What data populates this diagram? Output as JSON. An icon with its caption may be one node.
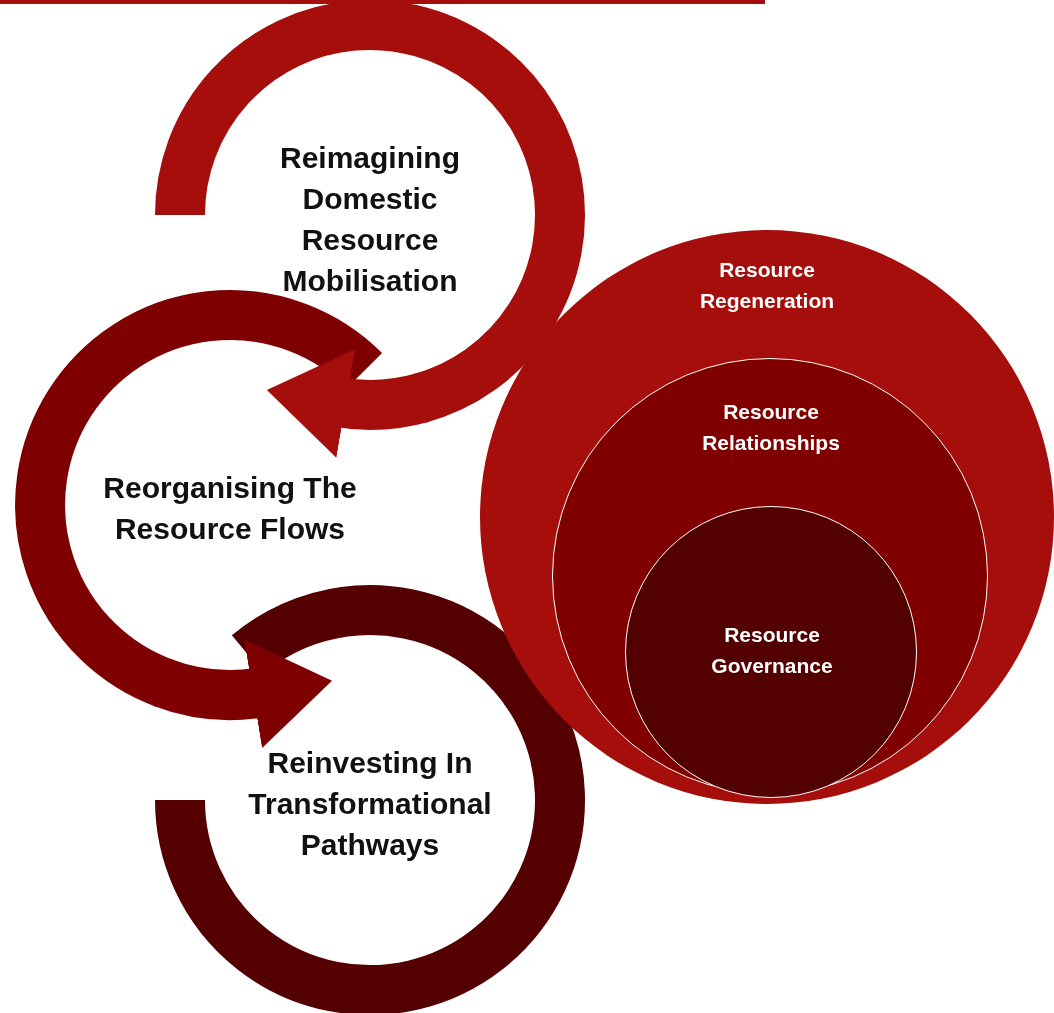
{
  "diagram": {
    "nodes": [
      {
        "text": [
          "Reimagining Domestic Resource Mobilisation"
        ]
      },
      {
        "text": [
          "Reorganising The Resource Flows"
        ]
      },
      {
        "text": [
          "Reinvesting In Transformational Pathways"
        ]
      },
      {
        "text": [
          "Resource Regeneration"
        ]
      },
      {
        "text": [
          "Resource Relationships"
        ],
        "in": 3
      },
      {
        "text": [
          "Resource Governance"
        ],
        "in": 4
      }
    ],
    "edges": [
      {
        "from": 0,
        "to": 1,
        "arrow": "to"
      },
      {
        "from": 1,
        "to": 2,
        "arrow": "to"
      }
    ]
  }
}
